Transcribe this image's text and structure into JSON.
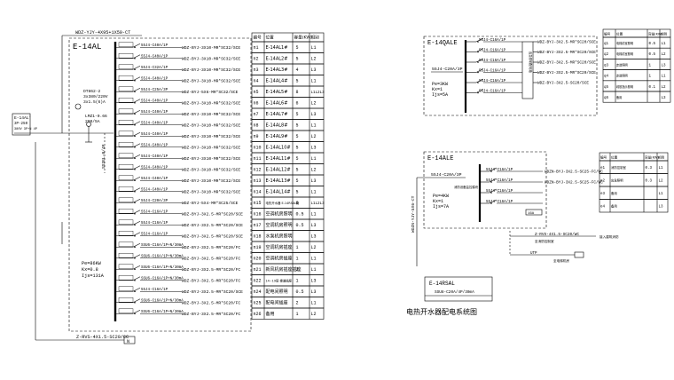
{
  "left_panel": {
    "feeder_cable": "WDZ-YJY-4X95+1X50-CT",
    "panel_name": "E-14AL",
    "incoming_label": "E-14AL'",
    "incoming_breaker": "3P-250",
    "incoming_note": "380V 3P+N 4P",
    "meter_text": [
      "DT862-2",
      "3x380/220V",
      "3x1.5(6)A"
    ],
    "spd_text": [
      "LMZ1-0.66",
      "200/5A"
    ],
    "main_switch": "SS3EL-B/4P",
    "bus_note": "Pe=86KW Kx=0.8 Ijs=131A",
    "pe_lines": [
      "Pe=86KW",
      "Kx=0.8",
      "Ijs=131A"
    ],
    "bottom_cable": "Z-RVS-4X1.5-SC20/CC",
    "bottom_tag": "N",
    "table_headers": [
      "编号",
      "位置",
      "容量(KW)",
      "相别"
    ],
    "circuits": [
      {
        "breaker": "55J4-C40A/1P",
        "cable": "WDZ-BYJ-3X10-MR*SC32/SCE",
        "no": "n1",
        "loc": "E-14AL1#",
        "kw": "5",
        "phase": "L1"
      },
      {
        "breaker": "55J4-C40A/1P",
        "cable": "WDZ-BYJ-3X10-MR*SC32/SCE",
        "no": "n2",
        "loc": "E-14AL2#",
        "kw": "5",
        "phase": "L2"
      },
      {
        "breaker": "55J4-C32A/1P",
        "cable": "WDZ-BYJ-3X10-MR*SC32/SCE",
        "no": "n3",
        "loc": "E-14AL3#",
        "kw": "4",
        "phase": "L3"
      },
      {
        "breaker": "55J4-C40A/1P",
        "cable": "WDZ-BYJ-3X10-MR*SC32/SCE",
        "no": "n4",
        "loc": "E-14AL4#",
        "kw": "5",
        "phase": "L1"
      },
      {
        "breaker": "55J4-C25A/3P",
        "cable": "WDZ-BYJ-5X6-MR*SC32/SCE",
        "no": "n5",
        "loc": "E-14AL5#",
        "kw": "8",
        "phase": "L1L2L3"
      },
      {
        "breaker": "55J4-C40A/1P",
        "cable": "WDZ-BYJ-3X10-MR*SC32/SCE",
        "no": "n6",
        "loc": "E-14AL6#",
        "kw": "6",
        "phase": "L2"
      },
      {
        "breaker": "55J4-C40A/1P",
        "cable": "WDZ-BYJ-3X10-MR*SC32/SCE",
        "no": "n7",
        "loc": "E-14AL7#",
        "kw": "5",
        "phase": "L3"
      },
      {
        "breaker": "55J4-C40A/1P",
        "cable": "WDZ-BYJ-3X10-MR*SC32/SCE",
        "no": "n8",
        "loc": "E-14AL8#",
        "kw": "5",
        "phase": "L1"
      },
      {
        "breaker": "55J4-C40A/1P",
        "cable": "WDZ-BYJ-3X10-MR*SC32/SCE",
        "no": "n9",
        "loc": "E-14AL9#",
        "kw": "5",
        "phase": "L2"
      },
      {
        "breaker": "55J4-C40A/1P",
        "cable": "WDZ-BYJ-3X10-MR*SC32/SCE",
        "no": "n10",
        "loc": "E-14AL10#",
        "kw": "5",
        "phase": "L3"
      },
      {
        "breaker": "55J4-C40A/1P",
        "cable": "WDZ-BYJ-3X10-MR*SC32/SCE",
        "no": "n11",
        "loc": "E-14AL11#",
        "kw": "5",
        "phase": "L1"
      },
      {
        "breaker": "55J4-C40A/1P",
        "cable": "WDZ-BYJ-3X10-MR*SC32/SCE",
        "no": "n12",
        "loc": "E-14AL12#",
        "kw": "5",
        "phase": "L2"
      },
      {
        "breaker": "55J4-C40A/1P",
        "cable": "WDZ-BYJ-3X10-MR*SC32/SCE",
        "no": "n13",
        "loc": "E-14AL13#",
        "kw": "5",
        "phase": "L3"
      },
      {
        "breaker": "55J4-C40A/1P",
        "cable": "WDZ-BYJ-3X10-MR*SC32/SCE",
        "no": "n14",
        "loc": "E-14AL14#",
        "kw": "5",
        "phase": "L1"
      },
      {
        "breaker": "55J4-C20A/3P",
        "cable": "WDZ-BYJ-5X4-MR*SC25/SCE",
        "no": "n15",
        "loc": "电热开水器 E-14RSAL用",
        "kw": "6",
        "phase": "L1L2L3"
      },
      {
        "breaker": "55J4-C16A/1P",
        "cable": "WDZ-BYJ-3X2.5-MR*SC20/SCE",
        "no": "n16",
        "loc": "空调机房照明",
        "kw": "0.5",
        "phase": "L1"
      },
      {
        "breaker": "55J4-C16A/1P",
        "cable": "WDZ-BYJ-3X2.5-MR*SC20/SCE",
        "no": "n17",
        "loc": "空调机房照明",
        "kw": "0.5",
        "phase": "L3"
      },
      {
        "breaker": "55J4-C16A/1P",
        "cable": "WDZ-BYJ-3X2.5-MR*SC20/SCE",
        "no": "n18",
        "loc": "水泵机房照明",
        "kw": "",
        "phase": "L3"
      },
      {
        "breaker": "SSU6-C16A/1P+N/30mA",
        "cable": "WDZ-BYJ-3X2.5-MR*SC20/FC",
        "no": "n19",
        "loc": "空调机房插座",
        "kw": "1",
        "phase": "L2"
      },
      {
        "breaker": "SSU6-C16A/1P+N/30mA",
        "cable": "WDZ-BYJ-3X2.5-MR*SC20/FC",
        "no": "n20",
        "loc": "空调机房插座",
        "kw": "1",
        "phase": "L1"
      },
      {
        "breaker": "SSU6-C16A/1P+N/30mA",
        "cable": "WDZ-BYJ-3X2.5-MR*SC20/FC",
        "no": "n21",
        "loc": "新风机房插座插座",
        "kw": "2",
        "phase": "L1"
      },
      {
        "breaker": "SSU6-C16A/1P+N/30mA",
        "cable": "WDZ-BYJ-3X2.5-MR*SC20/FC",
        "no": "n22",
        "loc": "14~19层 楼道插座",
        "kw": "1",
        "phase": "L3"
      },
      {
        "breaker": "55J4-C16A/1P",
        "cable": "WDZ-BYJ-3X2.5-MR*SC20/SCE",
        "no": "n24",
        "loc": "配电间照明",
        "kw": "0.5",
        "phase": "L3"
      },
      {
        "breaker": "SSU6-C16A/1P+N/30mA",
        "cable": "WDZ-BYJ-3X2.5-MR*SC20/FC",
        "no": "n25",
        "loc": "配电间插座",
        "kw": "2",
        "phase": "L1"
      },
      {
        "breaker": "SSU6-C16A/1P+N/30mA",
        "cable": "WDZ-BYJ-3X2.5-MR*SC20/FC",
        "no": "n26",
        "loc": "备用",
        "kw": "1",
        "phase": "L2"
      }
    ]
  },
  "qale_panel": {
    "panel_name": "E-14QALE",
    "incoming_breaker": "55J4-C20A/3P",
    "pe_lines": [
      "Pe=3KW",
      "Kx=1",
      "Ijs=5A"
    ],
    "side_note": "应急照明配电箱",
    "table_headers": [
      "编号",
      "位置",
      "容量(KW)",
      "相别"
    ],
    "circuits": [
      {
        "breaker": "55J4-C16A/1P",
        "cable": "WDZ-BYJ-3X2.5-MR*SC20/SCE",
        "no": "q1",
        "loc": "电梯前室照明",
        "kw": "0.5",
        "phase": "L1"
      },
      {
        "breaker": "55J4-C16A/1P",
        "cable": "WDZ-BYJ-3X2.5-MR*SC20/SCE",
        "no": "q2",
        "loc": "电梯前室照明",
        "kw": "0.5",
        "phase": "L2"
      },
      {
        "breaker": "55J4-C16A/1P",
        "cable": "WDZ-BYJ-3X2.5-MR*SC20/SCE",
        "no": "q3",
        "loc": "走道照明",
        "kw": "1",
        "phase": "L3"
      },
      {
        "breaker": "55J4-C16A/1P",
        "cable": "WDZ-BYJ-3X2.5-MR*SC20/SCE",
        "no": "q4",
        "loc": "走道照明",
        "kw": "1",
        "phase": "L1"
      },
      {
        "breaker": "55J4-C16A/1P",
        "cable": "WDZ-BYJ-3X2.5-SC20/SCE",
        "no": "q5",
        "loc": "疏散指示照明",
        "kw": "0.1",
        "phase": "L2"
      },
      {
        "breaker": "55J4-C16A/1P",
        "cable": "",
        "no": "q6",
        "loc": "备用",
        "kw": "",
        "phase": "L3"
      }
    ]
  },
  "ale_panel": {
    "panel_name": "E-14ALE",
    "vertical_cable": "WDZN-YJY-5X6-CT",
    "incoming_breaker": "55J4-C20A/3P",
    "pe_lines": [
      "Pe=4KW",
      "Kx=1",
      "Ijs=7A"
    ],
    "side_note": "消防设备监控模块",
    "module_label": "16A",
    "control_cable": "Z-RVS-4X1.5-SC20/WC",
    "control_note_1": "至消防控制室",
    "control_note_2": "接入建筑消防",
    "bottom_tag": "UTP",
    "bottom_note": "至电梯机房",
    "table_headers": [
      "编号",
      "位置",
      "容量(KW)",
      "相别"
    ],
    "circuits": [
      {
        "breaker": "55J4-C16A/1P",
        "cable": "WDZN-BYJ-3X2.5-SC25-FC/WC",
        "no": "e1",
        "loc": "消防控制室",
        "kw": "0.3",
        "phase": "L1"
      },
      {
        "breaker": "55J4-C16A/1P",
        "cable": "WDZN-BYJ-3X2.5-SC25-FC/WC",
        "no": "e2",
        "loc": "应急照明",
        "kw": "0.3",
        "phase": "L2"
      },
      {
        "breaker": "55J4-C16A/1P",
        "cable": "",
        "no": "e3",
        "loc": "备用",
        "kw": "",
        "phase": "L1"
      },
      {
        "breaker": "55J4-C16A/1P",
        "cable": "",
        "no": "e4",
        "loc": "备用",
        "kw": "",
        "phase": "L3"
      }
    ]
  },
  "rsal_panel": {
    "panel_name": "E-14RSAL",
    "breaker": "SSU8-C20A/4P/30mA"
  },
  "caption": "电热开水器配电系统图"
}
